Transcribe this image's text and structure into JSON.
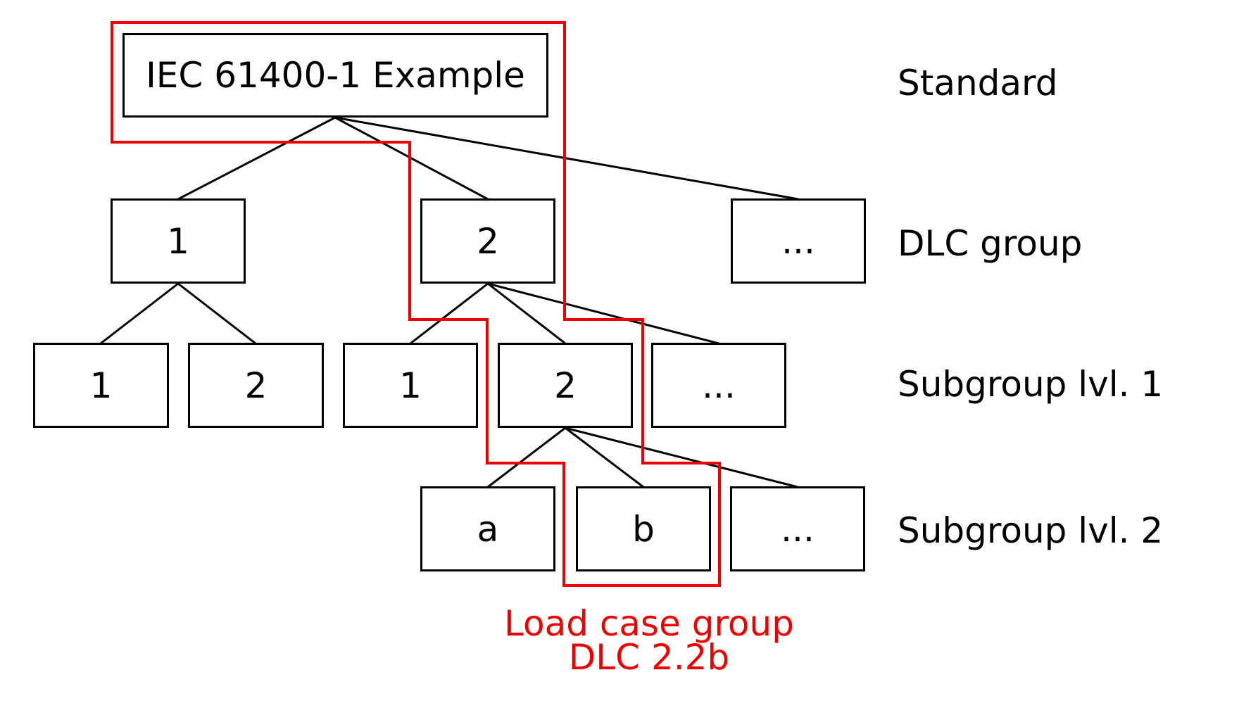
{
  "diagram": {
    "standard_box": {
      "label": "IEC 61400-1 Example"
    },
    "rows": {
      "dlc": {
        "boxes": [
          {
            "label": "1"
          },
          {
            "label": "2"
          },
          {
            "label": "..."
          }
        ]
      },
      "sub1": {
        "boxes": [
          {
            "label": "1"
          },
          {
            "label": "2"
          },
          {
            "label": "1"
          },
          {
            "label": "2"
          },
          {
            "label": "..."
          }
        ]
      },
      "sub2": {
        "boxes": [
          {
            "label": "a"
          },
          {
            "label": "b"
          },
          {
            "label": "..."
          }
        ]
      }
    },
    "level_labels": [
      {
        "label": "Standard"
      },
      {
        "label": "DLC group"
      },
      {
        "label": "Subgroup lvl. 1"
      },
      {
        "label": "Subgroup lvl. 2"
      }
    ],
    "highlight_caption": {
      "line1": "Load case group",
      "line2": "DLC 2.2b"
    },
    "colors": {
      "highlight_red": "#ee0000",
      "line_black": "#000000"
    }
  }
}
